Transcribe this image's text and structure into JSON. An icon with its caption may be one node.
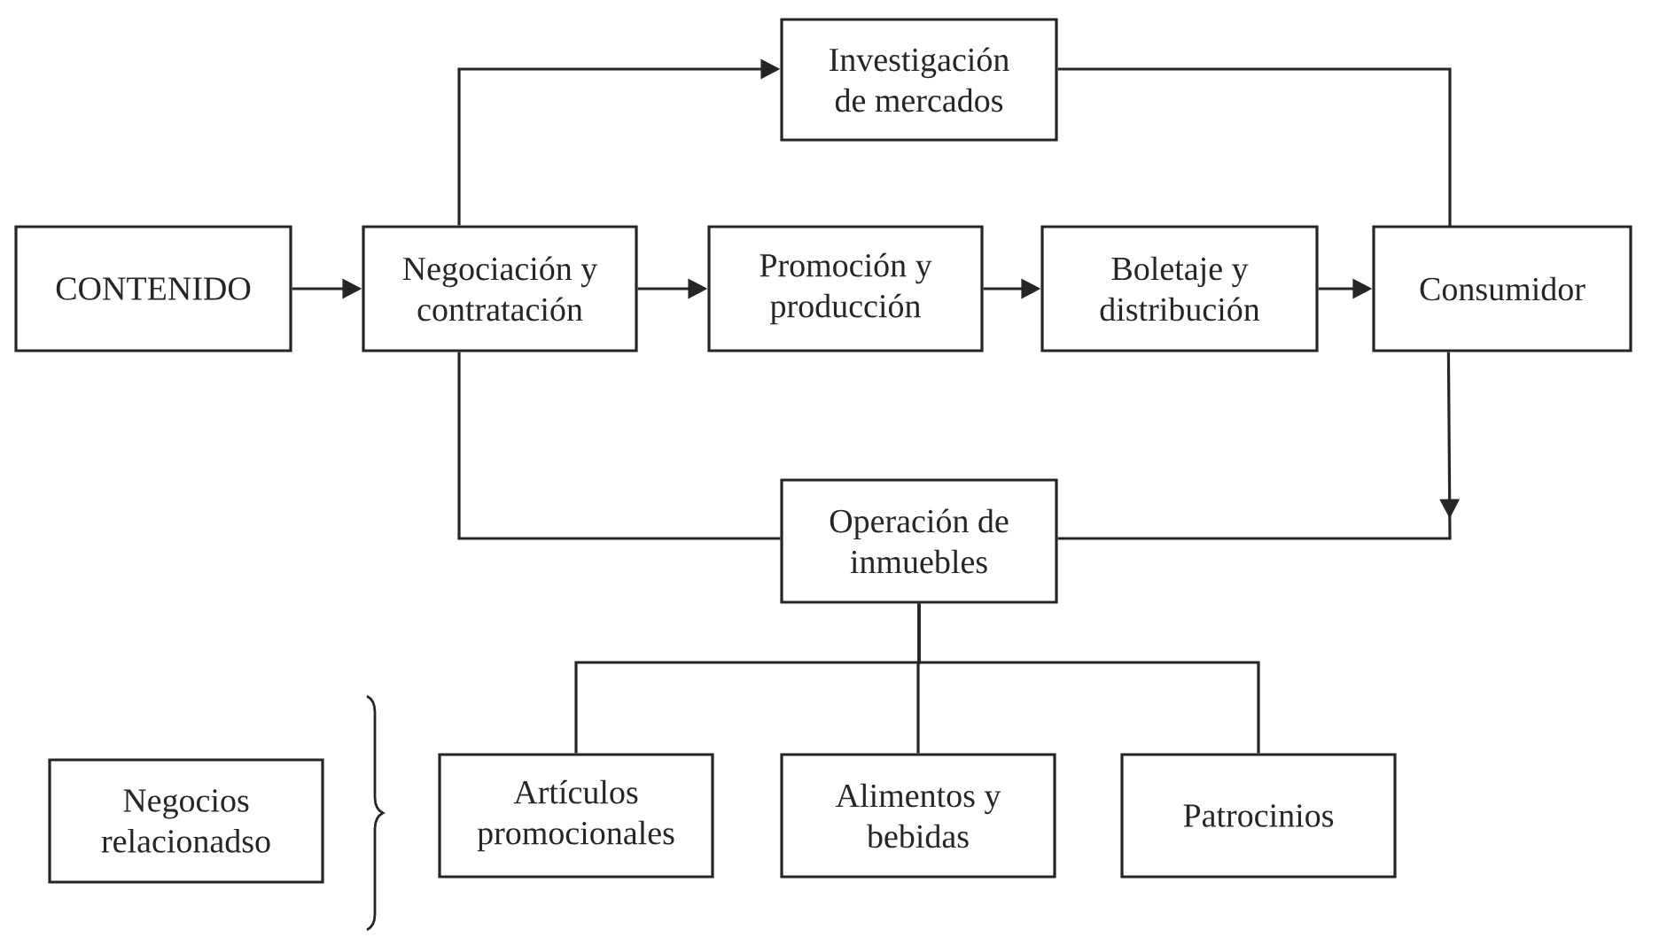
{
  "diagram": {
    "nodes": [
      {
        "text": [
          "Investigación de mercados"
        ]
      },
      {
        "text": [
          "CONTENIDO"
        ]
      },
      {
        "text": [
          "Negociación y contratación"
        ]
      },
      {
        "text": [
          "Promoción y producción"
        ]
      },
      {
        "text": [
          "Boletaje y distribución"
        ]
      },
      {
        "text": [
          "Consumidor"
        ]
      },
      {
        "text": [
          "Operación de inmuebles"
        ]
      },
      {
        "text": [
          "Negocios relacionadso"
        ]
      },
      {
        "text": [
          "Artículos promocionales"
        ]
      },
      {
        "text": [
          "Alimentos y bebidas"
        ]
      },
      {
        "text": [
          "Patrocinios"
        ]
      }
    ],
    "edges": [
      {
        "from": 1,
        "to": 2,
        "arrow": "to"
      },
      {
        "from": 2,
        "to": 0,
        "arrow": "to"
      },
      {
        "from": 2,
        "to": 3,
        "arrow": "to"
      },
      {
        "from": 3,
        "to": 4,
        "arrow": "to"
      },
      {
        "from": 4,
        "to": 5,
        "arrow": "to"
      },
      {
        "from": 0,
        "to": 5,
        "arrow": "none"
      },
      {
        "from": 2,
        "to": 6,
        "arrow": "none"
      },
      {
        "from": 5,
        "to": 6,
        "arrow": "to"
      },
      {
        "from": 6,
        "to": 8,
        "arrow": "none"
      },
      {
        "from": 6,
        "to": 9,
        "arrow": "none"
      },
      {
        "from": 6,
        "to": 10,
        "arrow": "none"
      }
    ]
  }
}
